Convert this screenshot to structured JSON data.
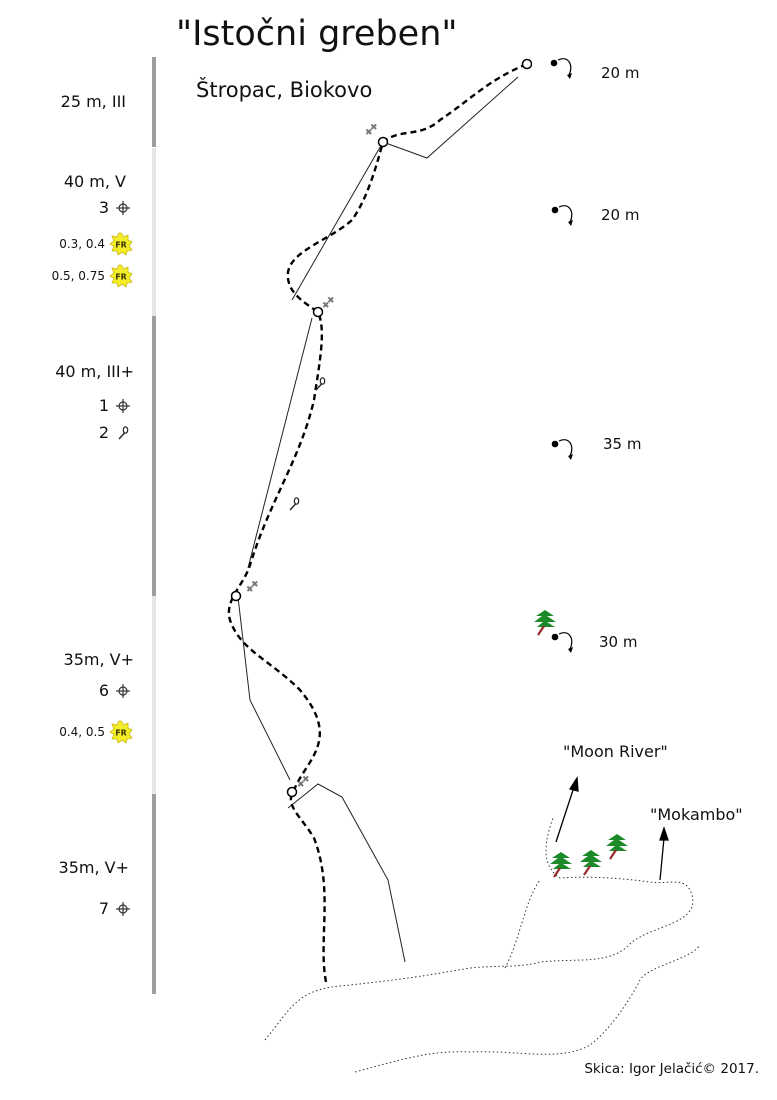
{
  "title": "\"Istočni greben\"",
  "subtitle": "Štropac, Biokovo",
  "pitches": [
    {
      "grade": "25 m, III"
    },
    {
      "grade": "40 m, V",
      "gear": [
        {
          "count": "3",
          "icon": "bolt-icon"
        }
      ],
      "friends": [
        "0.3, 0.4",
        "0.5, 0.75"
      ]
    },
    {
      "grade": "40 m, III+",
      "gear": [
        {
          "count": "1",
          "icon": "bolt-icon"
        },
        {
          "count": "2",
          "icon": "piton-icon"
        }
      ]
    },
    {
      "grade": "35m, V+",
      "gear": [
        {
          "count": "6",
          "icon": "bolt-icon"
        }
      ],
      "friends": [
        "0.4, 0.5"
      ]
    },
    {
      "grade": "35m, V+",
      "gear": [
        {
          "count": "7",
          "icon": "bolt-icon"
        }
      ]
    }
  ],
  "friend_badge": "FR",
  "rappels": [
    "20 m",
    "20 m",
    "35 m",
    "30 m"
  ],
  "neighbour_routes": [
    "\"Moon River\"",
    "\"Mokambo\""
  ],
  "credit": "Skica: Igor Jelačić© 2017.",
  "colors": {
    "badge_fill": "#f4ee2a",
    "tree_green": "#1d8a2a",
    "tree_trunk": "#9a2b2b",
    "bar_dark": "#9e9e9e",
    "bar_light": "#e6e6e6"
  }
}
